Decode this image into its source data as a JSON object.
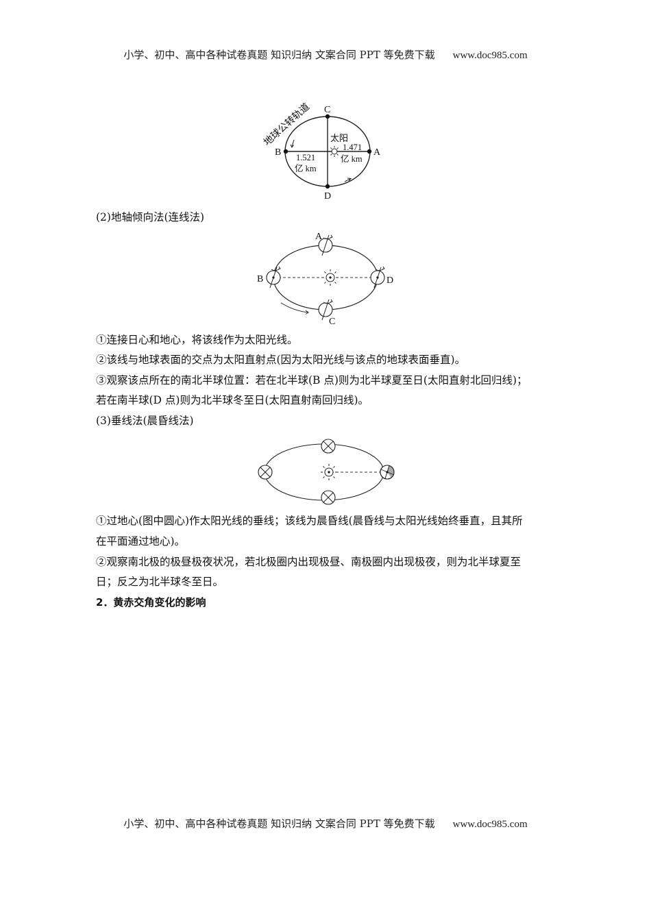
{
  "header": {
    "text": "小学、初中、高中各种试卷真题  知识归纳  文案合同  PPT 等免费下载",
    "url": "www.doc985.com"
  },
  "figure1": {
    "orbit_label": "地球公转轨道",
    "points": [
      "C",
      "B",
      "A",
      "D"
    ],
    "sun_label": "太阳",
    "dist_far": "1.521",
    "dist_near": "1.471",
    "unit": "亿 km"
  },
  "section2": {
    "title": "(2)地轴倾向法(连线法)"
  },
  "figure2": {
    "points": [
      "A",
      "B",
      "C",
      "D"
    ]
  },
  "paragraphs2": [
    "①连接日心和地心，将该线作为太阳光线。",
    "②该线与地球表面的交点为太阳直射点(因为太阳光线与该点的地球表面垂直)。",
    "③观察该点所在的南北半球位置：若在北半球(B 点)则为北半球夏至日(太阳直射北回归线)；",
    "若在南半球(D 点)则为北半球冬至日(太阳直射南回归线)。"
  ],
  "section3": {
    "title": "(3)垂线法(晨昏线法)"
  },
  "paragraphs3": [
    "①过地心(图中圆心)作太阳光线的垂线；该线为晨昏线(晨昏线与太阳光线始终垂直，且其所",
    "在平面通过地心)。",
    "②观察南北极的极昼极夜状况，若北极圈内出现极昼、南极圈内出现极夜，则为北半球夏至",
    "日；反之为北半球冬至日。"
  ],
  "heading2": "2．黄赤交角变化的影响",
  "footer": {
    "text": "小学、初中、高中各种试卷真题  知识归纳  文案合同  PPT 等免费下载",
    "url": "www.doc985.com"
  }
}
